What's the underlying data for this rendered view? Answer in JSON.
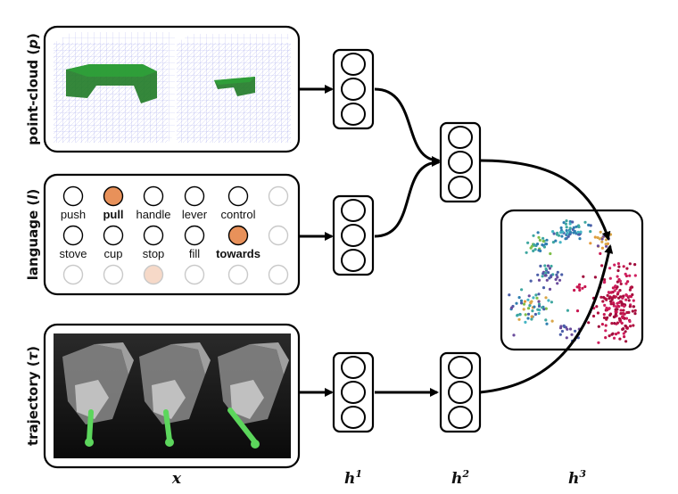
{
  "side_labels": {
    "pointcloud": "point-cloud (",
    "pointcloud_var": "p",
    "language": "language (",
    "language_var": "l",
    "trajectory": "trajectory (",
    "trajectory_var": "τ",
    "close": ")"
  },
  "language_words": [
    {
      "text": "push",
      "bold": false,
      "filled": false
    },
    {
      "text": "pull",
      "bold": true,
      "filled": true
    },
    {
      "text": "handle",
      "bold": false,
      "filled": false
    },
    {
      "text": "lever",
      "bold": false,
      "filled": false
    },
    {
      "text": "control",
      "bold": false,
      "filled": false
    },
    {
      "text": "stove",
      "bold": false,
      "filled": false
    },
    {
      "text": "cup",
      "bold": false,
      "filled": false
    },
    {
      "text": "stop",
      "bold": false,
      "filled": false
    },
    {
      "text": "fill",
      "bold": false,
      "filled": false
    },
    {
      "text": "towards",
      "bold": true,
      "filled": true
    }
  ],
  "bottom_labels": {
    "x": "x",
    "h1": "h",
    "h1_sup": "1",
    "h2": "h",
    "h2_sup": "2",
    "h3": "h",
    "h3_sup": "3"
  },
  "colors": {
    "highlight": "#e8915a",
    "faded_highlight": "#f6d9c8",
    "green": "#1f8a2a",
    "grid": "#5b63d6",
    "arm_green": "#5cd65c"
  }
}
